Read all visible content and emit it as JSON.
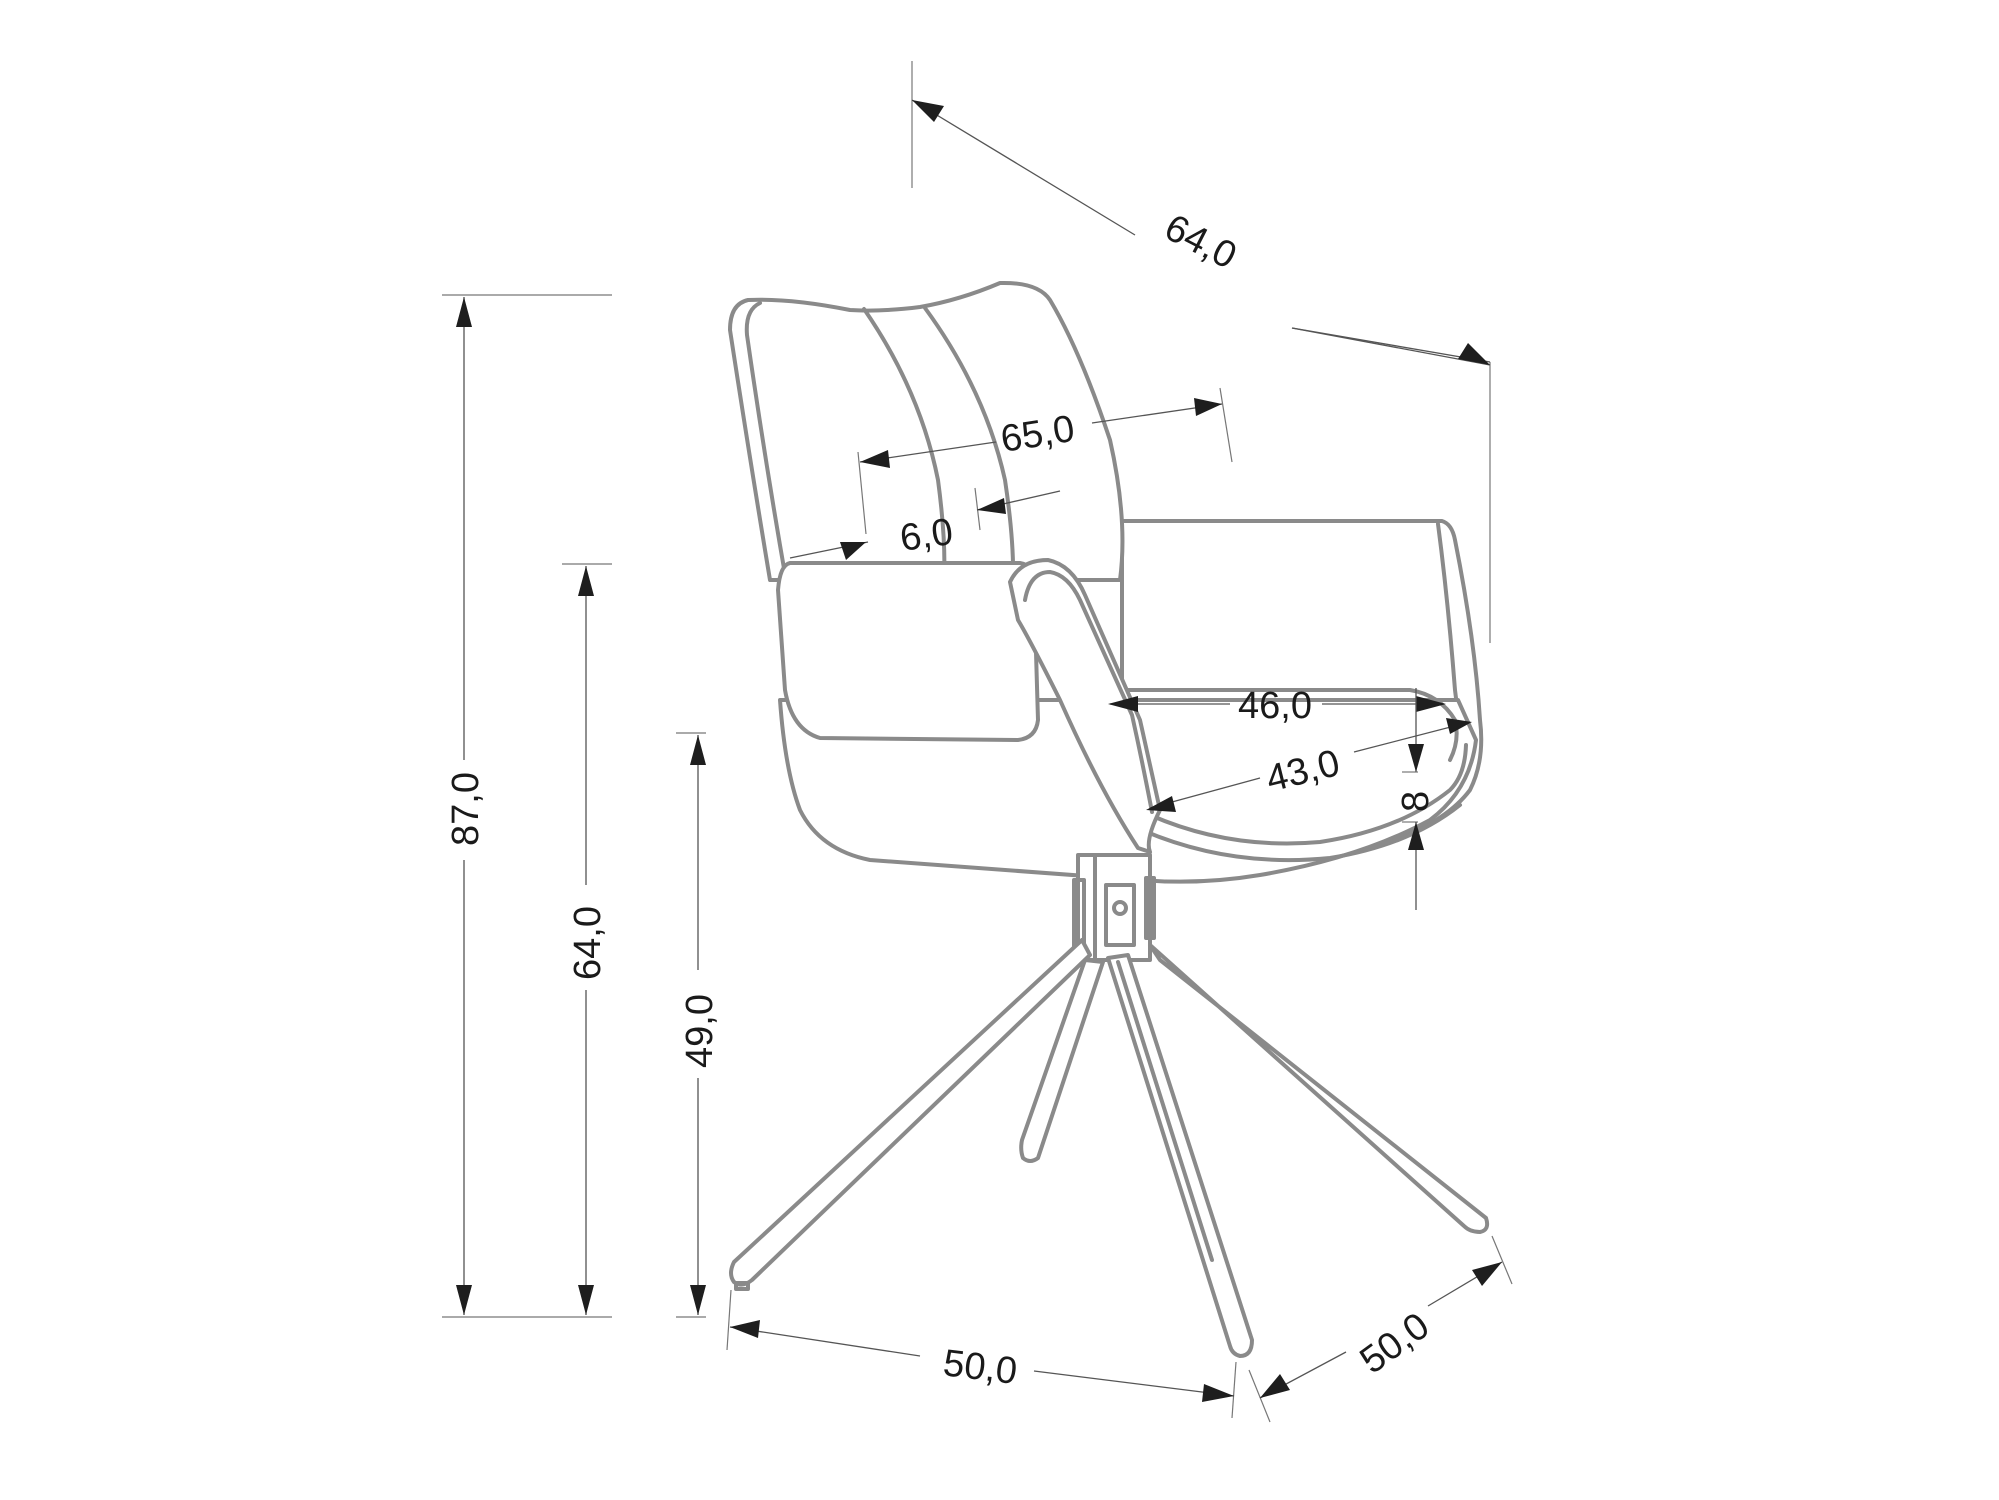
{
  "drawing": {
    "subject": "Swivel armchair technical drawing",
    "units": "cm",
    "line_color": "#8a8a8a",
    "dimension_color": "#1e1e1e"
  },
  "dimensions": {
    "overall_depth": "64,0",
    "overall_width": "65,0",
    "backrest_thickness": "6,0",
    "seat_width": "46,0",
    "seat_depth": "43,0",
    "seat_thickness": "8",
    "total_height": "87,0",
    "armrest_height": "64,0",
    "seat_height": "49,0",
    "base_width": "50,0",
    "base_depth": "50,0"
  }
}
